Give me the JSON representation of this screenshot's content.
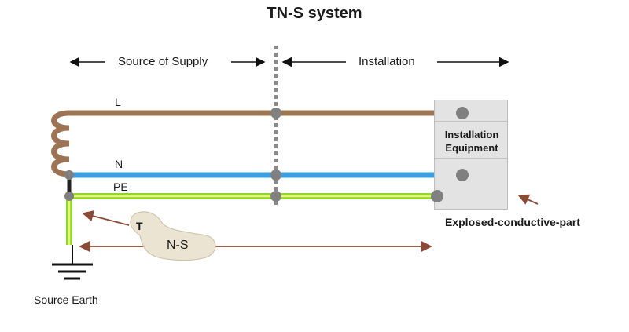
{
  "title": "TN-S system",
  "sections": {
    "supply": "Source of Supply",
    "installation": "Installation"
  },
  "wires": {
    "line": "L",
    "neutral": "N",
    "protective_earth": "PE"
  },
  "equipment_label": "Installation Equipment",
  "exposed_part_label": "Explosed-conductive-part",
  "source_earth_label": "Source Earth",
  "earthing_letters": {
    "t": "T",
    "ns": "N-S"
  },
  "colors": {
    "line": "#9c7453",
    "neutral": "#3d9fdc",
    "protective_earth": "#8fd62f",
    "pe_stripe": "#ecf27a",
    "node": "#808080",
    "callout": "#8a4a35",
    "bubble": "#ebe4d2"
  }
}
